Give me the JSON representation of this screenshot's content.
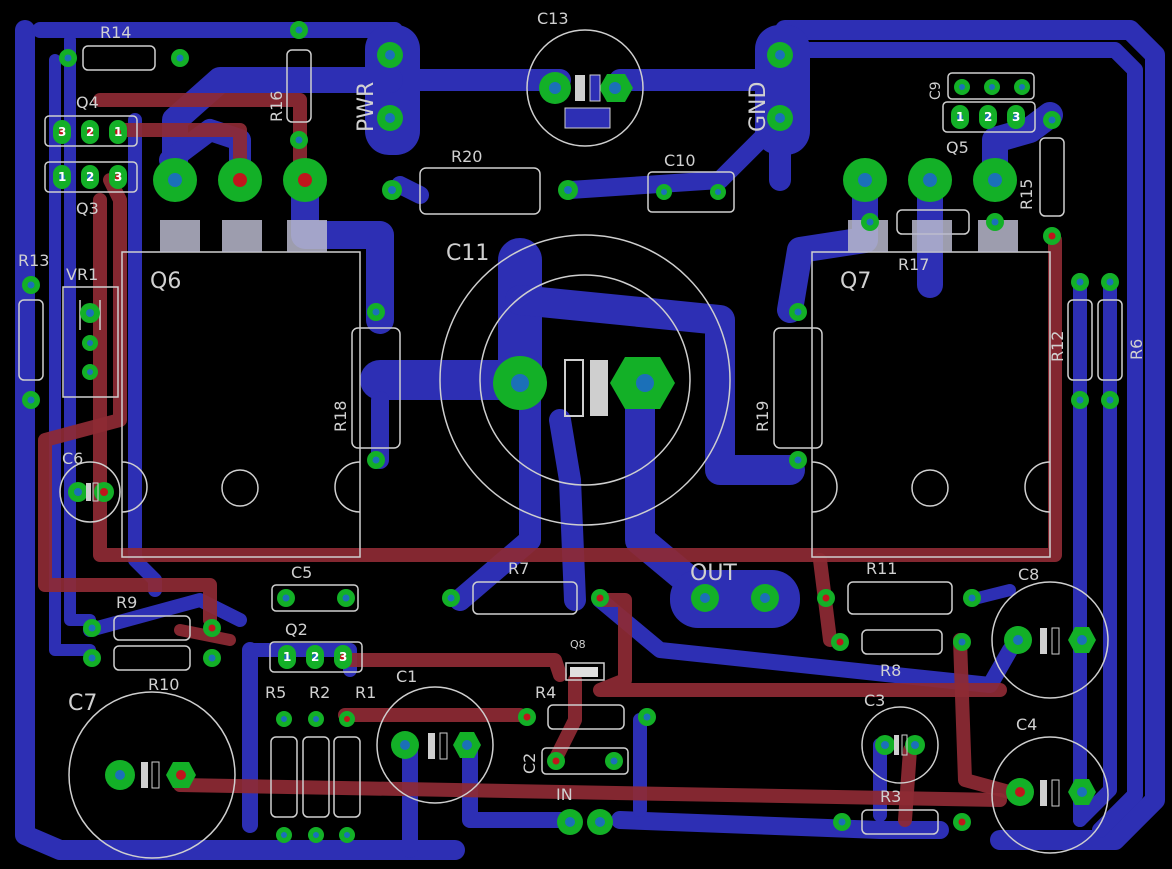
{
  "board": {
    "background": "#000000",
    "bottom_copper": "#2d2fb4",
    "top_copper": "#8e2a34",
    "pad_color": "#13b027",
    "silk_color": "#d0d0d0"
  },
  "labels": {
    "R14": "R14",
    "R16": "R16",
    "PWR": "PWR",
    "C13": "C13",
    "GND": "GND",
    "C9": "C9",
    "Q4": "Q4",
    "Q3": "Q3",
    "Q5": "Q5",
    "R15": "R15",
    "R20": "R20",
    "C10": "C10",
    "C11": "C11",
    "Q6": "Q6",
    "Q7": "Q7",
    "R17": "R17",
    "R13": "R13",
    "VR1": "VR1",
    "R18": "R18",
    "R19": "R19",
    "R12": "R12",
    "R6": "R6",
    "C6": "C6",
    "C5": "C5",
    "R7": "R7",
    "OUT": "OUT",
    "R11": "R11",
    "C8": "C8",
    "R9": "R9",
    "Q2": "Q2",
    "R8": "R8",
    "R10": "R10",
    "Q8": "Q8",
    "C7": "C7",
    "R5": "R5",
    "R2": "R2",
    "R1": "R1",
    "C1": "C1",
    "R4": "R4",
    "C3": "C3",
    "C4": "C4",
    "C2": "C2",
    "IN": "IN",
    "R3": "R3"
  },
  "pin_numbers": {
    "p1": "1",
    "p2": "2",
    "p3": "3"
  }
}
